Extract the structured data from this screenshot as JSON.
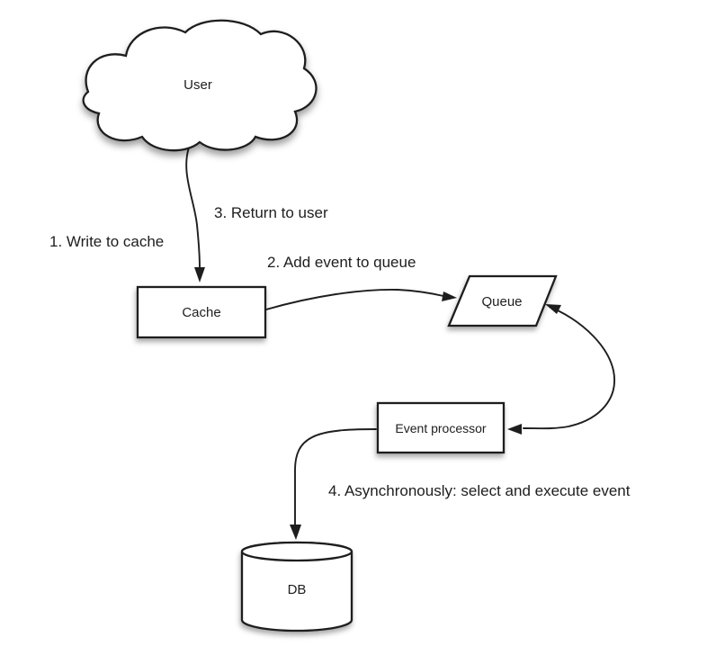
{
  "diagram": {
    "background_color": "#ffffff",
    "stroke_color": "#1e1e1e",
    "text_color": "#1e1e1e",
    "node_fill_color": "#ffffff",
    "nodes": {
      "user": {
        "label": "User",
        "shape": "cloud"
      },
      "cache": {
        "label": "Cache",
        "shape": "rectangle"
      },
      "queue": {
        "label": "Queue",
        "shape": "parallelogram"
      },
      "event_processor": {
        "label": "Event processor",
        "shape": "rectangle"
      },
      "db": {
        "label": "DB",
        "shape": "cylinder"
      }
    },
    "edge_labels": {
      "step1": "1. Write to cache",
      "step2": "2. Add event to queue",
      "step3": "3. Return to user",
      "step4": "4. Asynchronously: select and execute event"
    },
    "edges": [
      {
        "from": "user",
        "to": "cache",
        "style": "arrow"
      },
      {
        "from": "cache",
        "to": "queue",
        "style": "arrow"
      },
      {
        "from": "queue",
        "to": "event_processor",
        "style": "double-arrow"
      },
      {
        "from": "event_processor",
        "to": "db",
        "style": "arrow"
      }
    ]
  }
}
